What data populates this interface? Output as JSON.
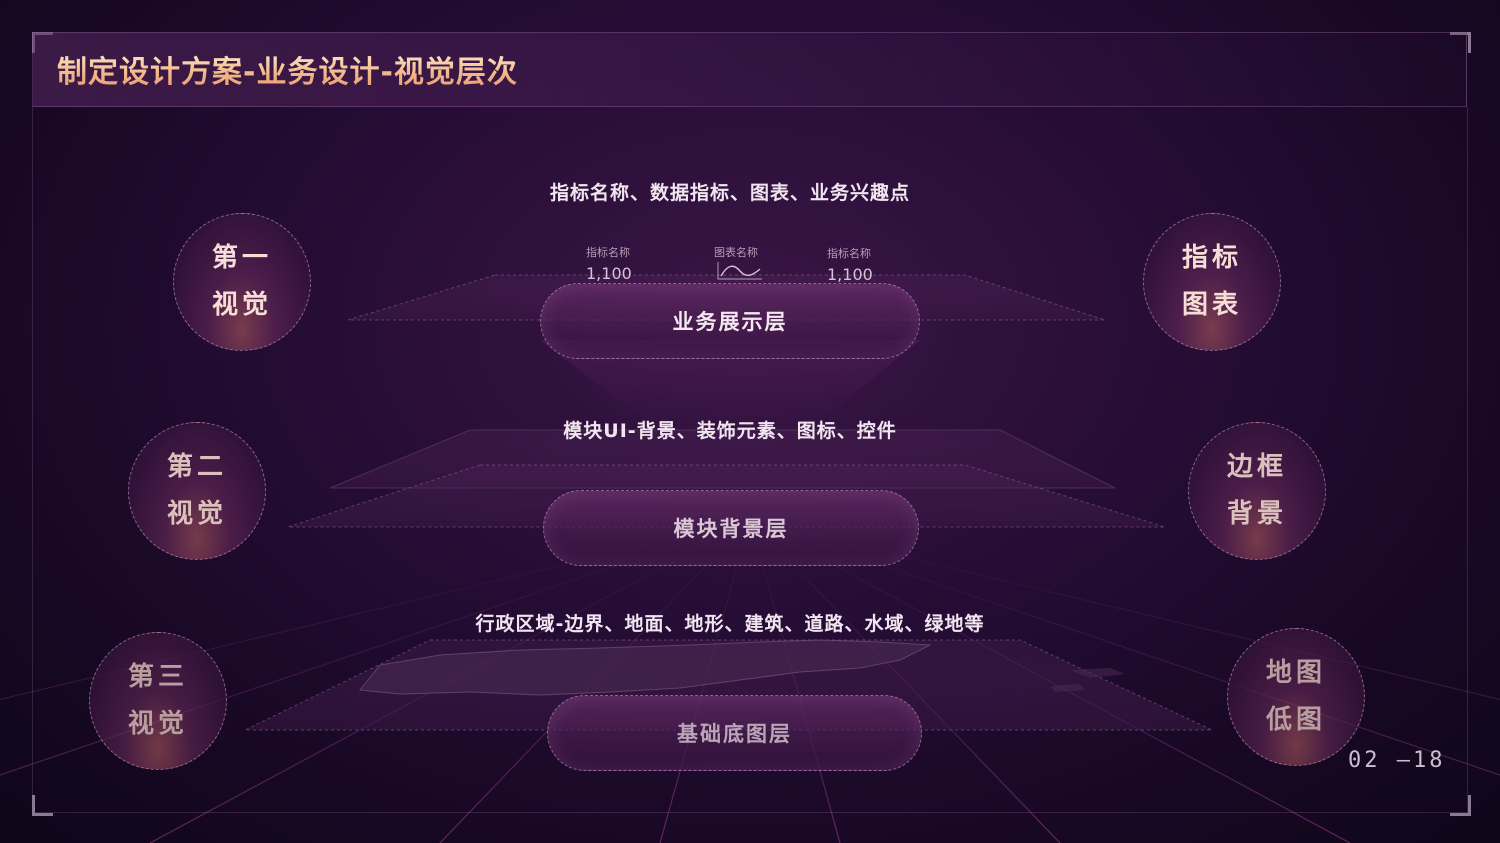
{
  "title": "制定设计方案-业务设计-视觉层次",
  "page_number": "02 –18",
  "layers": [
    {
      "caption": "指标名称、数据指标、图表、业务兴趣点",
      "name": "业务展示层",
      "left_circle": [
        "第一",
        "视觉"
      ],
      "right_circle": [
        "指标",
        "图表"
      ],
      "widgets": [
        {
          "label": "指标名称",
          "value": "1,100"
        },
        {
          "label": "图表名称",
          "value": ""
        },
        {
          "label": "指标名称",
          "value": "1,100"
        }
      ]
    },
    {
      "caption": "模块UI-背景、装饰元素、图标、控件",
      "name": "模块背景层",
      "left_circle": [
        "第二",
        "视觉"
      ],
      "right_circle": [
        "边框",
        "背景"
      ]
    },
    {
      "caption": "行政区域-边界、地面、地形、建筑、道路、水域、绿地等",
      "name": "基础底图层",
      "left_circle": [
        "第三",
        "视觉"
      ],
      "right_circle": [
        "地图",
        "低图"
      ]
    }
  ],
  "colors": {
    "title_gradient_top": "#fff2d6",
    "title_gradient_bottom": "#e89a6e",
    "background": "#240c33",
    "grid_line": "#6b2a6a"
  }
}
